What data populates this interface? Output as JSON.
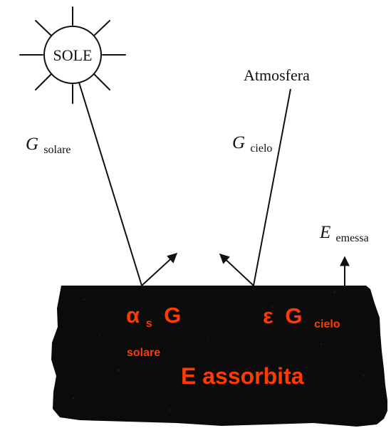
{
  "sun": {
    "label": "SOLE"
  },
  "atmosphere": {
    "label": "Atmosfera"
  },
  "labels": {
    "g_solar_main": "G",
    "g_solar_sub": "solare",
    "g_sky_main": "G",
    "g_sky_sub": "cielo",
    "e_emitted_main": "E",
    "e_emitted_sub": "emessa"
  },
  "surface_labels": {
    "alpha_symbol": "α",
    "alpha_sub": "s",
    "alpha_g": "G",
    "alpha_solare": "solare",
    "epsilon_symbol": "ε",
    "epsilon_g": "G",
    "epsilon_cielo": "cielo",
    "absorbed": "E assorbita"
  },
  "colors": {
    "ink": "#111111",
    "surface": "#0b0b0b",
    "red_text": "#ff3b00"
  }
}
